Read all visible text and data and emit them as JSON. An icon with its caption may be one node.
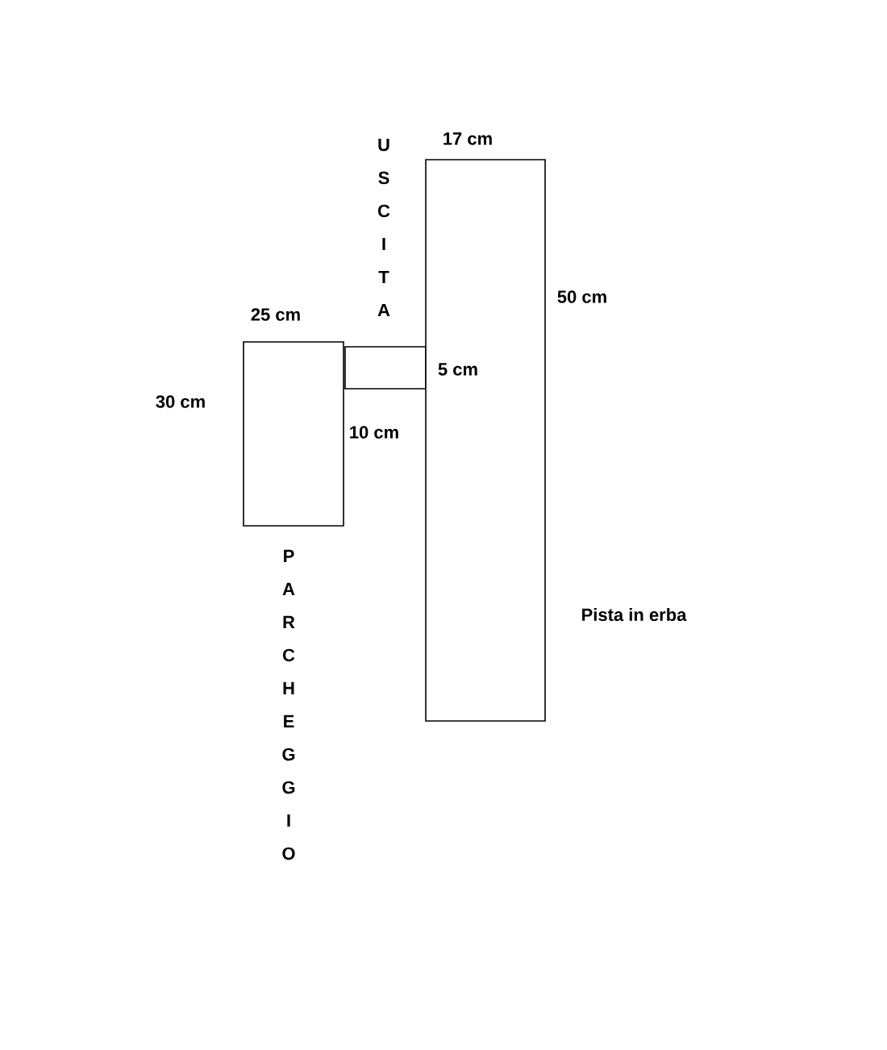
{
  "diagram": {
    "nodes": [
      {
        "text": [],
        "shape": "box",
        "beside": [
          "PARCHEGGIO"
        ]
      },
      {
        "text": [],
        "shape": "box",
        "beside": [
          "USCITA"
        ]
      },
      {
        "text": [],
        "shape": "box",
        "beside": [
          "Pista in erba"
        ]
      }
    ],
    "labels": [
      "17 cm",
      "50 cm",
      "25 cm",
      "30 cm",
      "5 cm",
      "10 cm"
    ]
  }
}
